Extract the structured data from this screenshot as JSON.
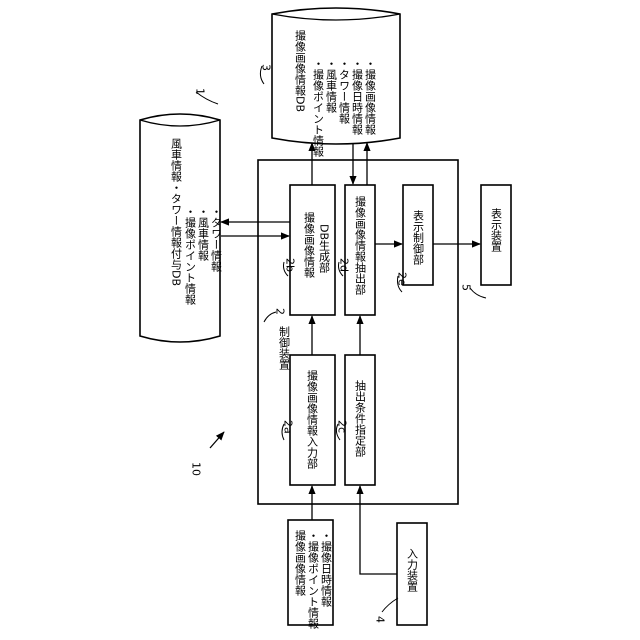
{
  "ref_system": "10",
  "db_tower": {
    "ref": "1",
    "title": "風車情報・タワー情報付与DB",
    "items": [
      "・撮像ポイント情報",
      "・風車情報",
      "・タワー情報"
    ]
  },
  "db_image": {
    "ref": "3",
    "title": "撮像画像情報DB",
    "items": [
      "・撮像ポイント情報",
      "・風車情報",
      "・タワー情報",
      "・撮像日時情報",
      "・撮像画像情報"
    ]
  },
  "control_device": {
    "ref": "2",
    "label": "制御装置"
  },
  "unit_2a": {
    "ref": "2a",
    "label": "撮像画像情報入力部"
  },
  "unit_2b": {
    "ref": "2b",
    "lines": [
      "撮像画像情報",
      "DB生成部"
    ]
  },
  "unit_2c": {
    "ref": "2c",
    "label": "抽出条件指定部"
  },
  "unit_2d": {
    "ref": "2d",
    "label": "撮像画像情報抽出部"
  },
  "unit_2e": {
    "ref": "2e",
    "label": "表示制御部"
  },
  "input_info": {
    "lines": [
      "撮像画像情報",
      "・撮像ポイント情報",
      "・撮像日時情報"
    ]
  },
  "input_device": {
    "ref": "4",
    "label": "入力装置"
  },
  "display_device": {
    "ref": "5",
    "label": "表示装置"
  }
}
